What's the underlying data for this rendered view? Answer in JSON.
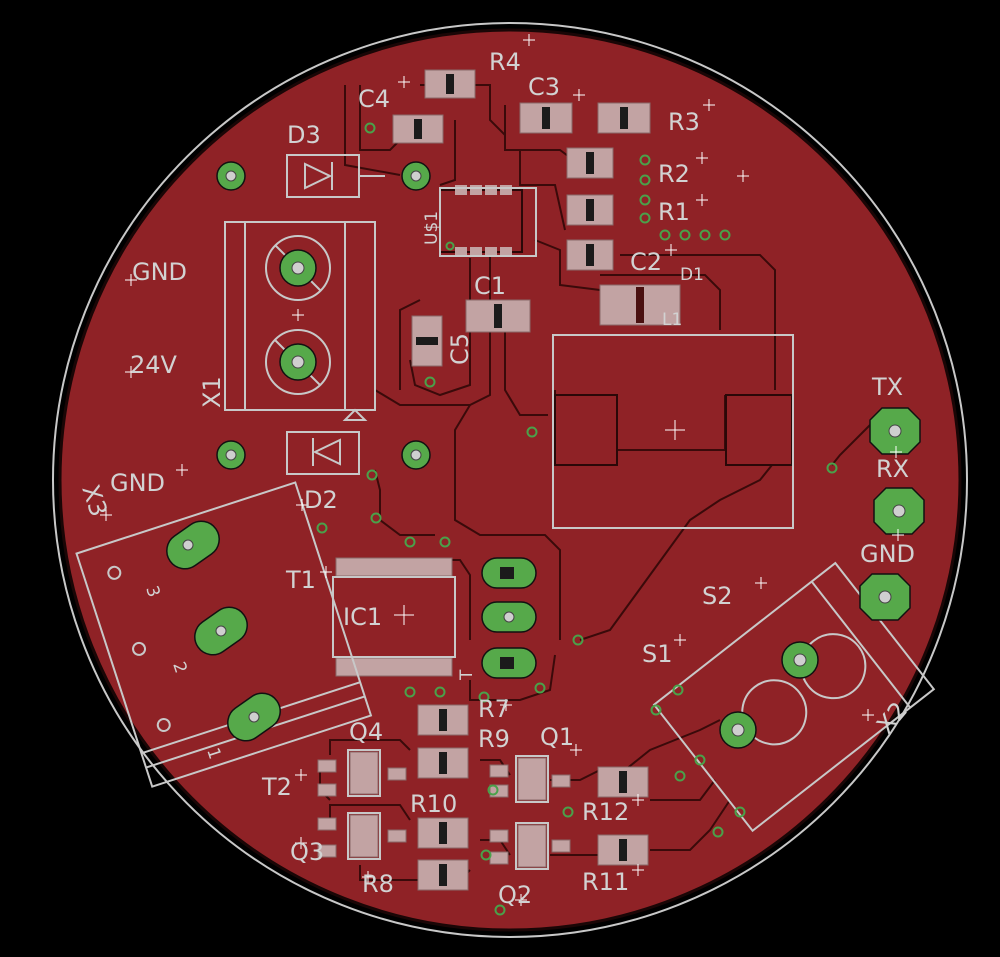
{
  "board": {
    "copper_color": "#8f2226",
    "silk_color": "#d2d2d2",
    "pad_color": "#c2a3a3",
    "tht_color": "#56a94a"
  },
  "labels": {
    "r4": "R4",
    "c4": "C4",
    "c3": "C3",
    "r3": "R3",
    "d3": "D3",
    "r2": "R2",
    "r1": "R1",
    "us1": "U$1",
    "gnd_top": "GND",
    "c2": "C2",
    "d1": "D1",
    "c1": "C1",
    "l1": "L1",
    "c5": "C5",
    "v24": "24V",
    "x1": "X1",
    "tx": "TX",
    "rx": "RX",
    "gnd_right": "GND",
    "gnd_left": "GND",
    "x3": "X3",
    "d2": "D2",
    "s2": "S2",
    "t1": "T1",
    "ic1": "IC1",
    "s1": "S1",
    "t_small": "T",
    "x2": "X2",
    "r7": "R7",
    "q4": "Q4",
    "r9": "R9",
    "q1": "Q1",
    "t2": "T2",
    "r10": "R10",
    "r12": "R12",
    "q3": "Q3",
    "r8": "R8",
    "r11": "R11",
    "q2": "Q2",
    "pin3": "3",
    "pin2": "2",
    "pin1": "1"
  }
}
